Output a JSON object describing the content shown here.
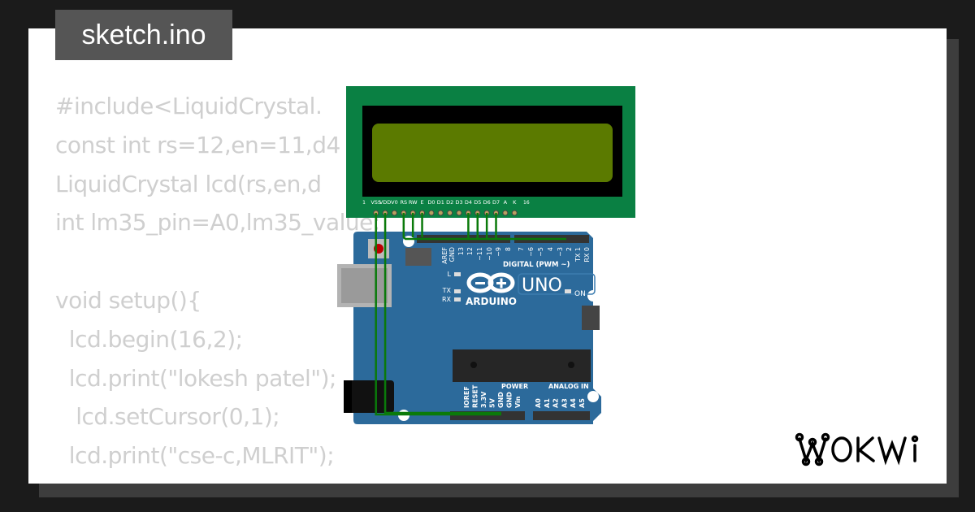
{
  "title": "sketch.ino",
  "code_lines": [
    "#include<LiquidCrystal.",
    "const int rs=12,en=11,d4",
    "LiquidCrystal lcd(rs,en,d",
    "int lm35_pin=A0,lm35_value;",
    "",
    "void setup(){",
    "  lcd.begin(16,2);",
    "  lcd.print(\"lokesh patel\");",
    "   lcd.setCursor(0,1);",
    "  lcd.print(\"cse-c,MLRIT\");",
    "}"
  ],
  "lcd": {
    "pin_labels": [
      "VSS",
      "VDD",
      "V0",
      "RS",
      "RW",
      "E",
      "D0",
      "D1",
      "D2",
      "D3",
      "D4",
      "D5",
      "D6",
      "D7",
      "A",
      "K"
    ],
    "pin_first": "1",
    "pin_last": "16",
    "colors": {
      "board": "#0a8043",
      "screen": "#5b7a00",
      "bezel": "#000000"
    }
  },
  "arduino": {
    "digital_labels": [
      "AREF",
      "GND",
      "13",
      "12",
      "~11",
      "~10",
      "~9",
      "8",
      "7",
      "~6",
      "~5",
      "4",
      "~3",
      "2",
      "TX 1",
      "RX 0"
    ],
    "digital_title": "DIGITAL (PWM ~)",
    "model": "UNO",
    "brand": "ARDUINO",
    "led_labels": [
      "L",
      "TX",
      "RX"
    ],
    "on_label": "ON",
    "power_title": "POWER",
    "analog_title": "ANALOG IN",
    "power_labels": [
      "IOREF",
      "RESET",
      "3.3V",
      "5V",
      "GND",
      "GND",
      "Vin"
    ],
    "analog_labels": [
      "A0",
      "A1",
      "A2",
      "A3",
      "A4",
      "A5"
    ],
    "colors": {
      "board": "#2c6a9b",
      "wire": "#0a7a0a"
    }
  },
  "brand_logo": "WOKWI"
}
